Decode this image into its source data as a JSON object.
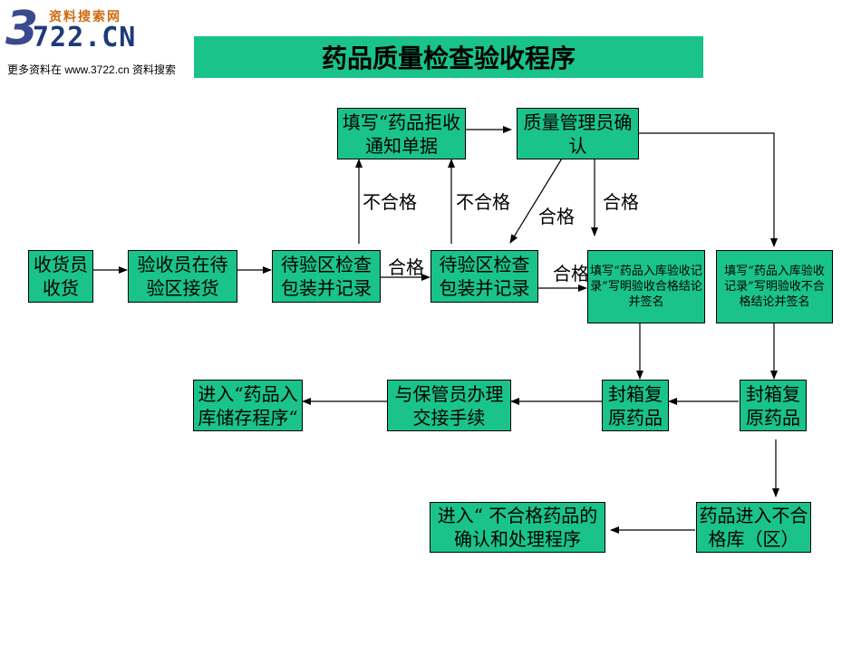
{
  "logo": {
    "brand_number": "722.CN",
    "brand_digit": "3",
    "brand_cn": "资料搜索网",
    "tagline": "更多资料在 www.3722.cn 资料搜索"
  },
  "title": "药品质量检查验收程序",
  "nodes": {
    "receive": "收货员收货",
    "inspector_receive": "验收员在待验区接货",
    "check1": "待验区检查包装并记录",
    "check2": "待验区检查包装并记录",
    "reject_notice": "填写“药品拒收通知单据",
    "qm_confirm": "质量管理员确认",
    "record_pass": "填写“药品入库验收记录”写明验收合格结论并签名",
    "record_fail": "填写“药品入库验收记录”写明验收不合格结论并签名",
    "reseal_pass": "封箱复原药品",
    "reseal_fail": "封箱复原药品",
    "handover": "与保管员办理交接手续",
    "storage": "进入“药品入库储存程序“",
    "unqualified_store": "药品进入不合格库（区）",
    "unqualified_proc": "进入“ 不合格药品的确认和处理程序"
  },
  "labels": {
    "fail1": "不合格",
    "fail2": "不合格",
    "pass1": "合格",
    "pass2": "合格",
    "pass3": "合格",
    "pass4": "合格"
  }
}
